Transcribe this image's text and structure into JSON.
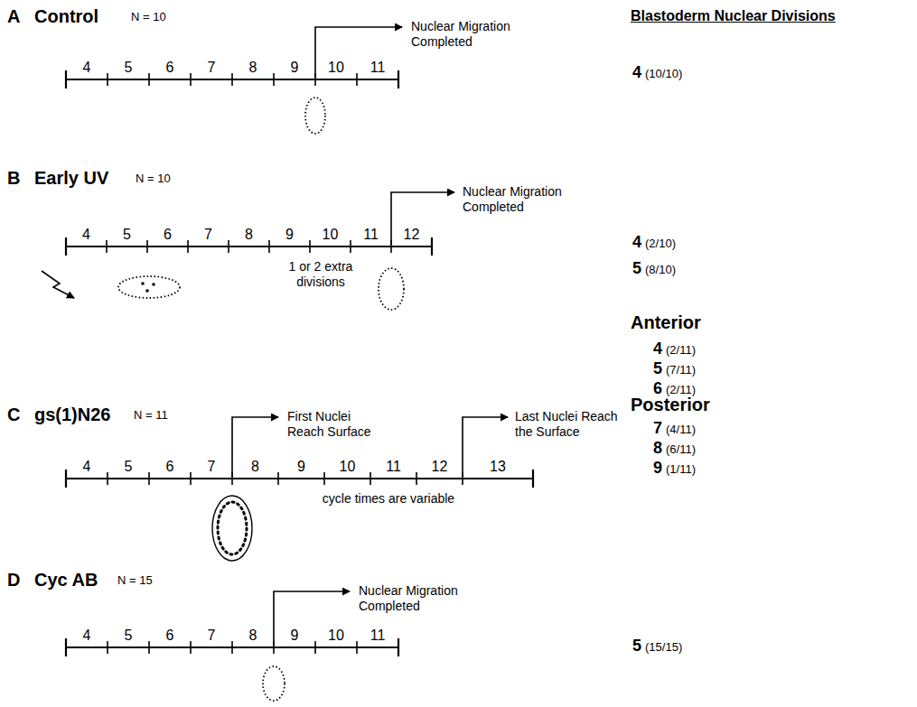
{
  "diagram": {
    "labels": [
      "A",
      "Control",
      "N = 10",
      "Nuclear Migration Completed",
      "Blastoderm Nuclear Divisions",
      "4",
      "5",
      "6",
      "7",
      "8",
      "9",
      "10",
      "11",
      "4",
      "(10/10)",
      "B",
      "Early UV",
      "N = 10",
      "Nuclear Migration Completed",
      "4",
      "5",
      "6",
      "7",
      "8",
      "9",
      "10",
      "11",
      "12",
      "1 or 2 extra divisions",
      "4",
      "(2/10)",
      "5",
      "(8/10)",
      "Anterior",
      "4",
      "(2/11)",
      "5",
      "(7/11)",
      "6",
      "(2/11)",
      "Posterior",
      "7",
      "(4/11)",
      "8",
      "(6/11)",
      "9",
      "(1/11)",
      "C",
      "gs(1)N26",
      "N = 11",
      "First Nuclei Reach Surface",
      "Last Nuclei Reach the Surface",
      "4",
      "5",
      "6",
      "7",
      "8",
      "9",
      "10",
      "11",
      "12",
      "13",
      "cycle times are variable",
      "D",
      "Cyc AB",
      "N = 15",
      "Nuclear Migration Completed",
      "4",
      "5",
      "6",
      "7",
      "8",
      "9",
      "10",
      "11",
      "5",
      "(15/15)"
    ]
  }
}
